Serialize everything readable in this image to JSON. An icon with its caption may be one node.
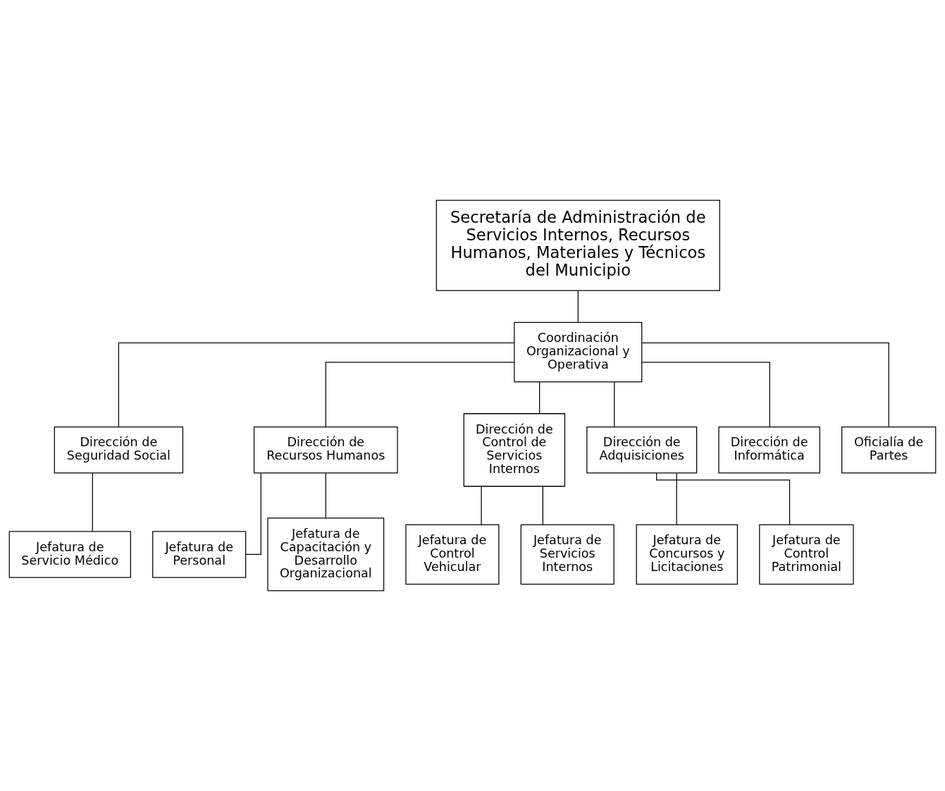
{
  "diagram": {
    "nodes": [
      {
        "text": [
          "Secretaría de Administración de Servicios Internos, Recursos Humanos, Materiales y Técnicos del Municipio"
        ]
      },
      {
        "text": [
          "Coordinación Organizacional y Operativa"
        ]
      },
      {
        "text": [
          "Dirección de Seguridad Social"
        ]
      },
      {
        "text": [
          "Dirección de Recursos Humanos"
        ]
      },
      {
        "text": [
          "Dirección de Control de Servicios Internos"
        ]
      },
      {
        "text": [
          "Dirección de Adquisiciones"
        ]
      },
      {
        "text": [
          "Dirección de Informática"
        ]
      },
      {
        "text": [
          "Jefatura de Servicio Médico"
        ]
      },
      {
        "text": [
          "Jefatura de Personal"
        ]
      },
      {
        "text": [
          "Jefatura de Capacitación y Desarrollo Organizacional"
        ]
      },
      {
        "text": [
          "Jefatura de Control Vehicular"
        ]
      },
      {
        "text": [
          "Jefatura de Servicios Internos"
        ]
      },
      {
        "text": [
          "Jefatura de Concursos y Licitaciones"
        ]
      },
      {
        "text": [
          "Jefatura de Control Patrimonial"
        ]
      },
      {
        "text": [
          "Oficialía de Partes"
        ]
      }
    ],
    "edges": [
      {
        "from": 0,
        "to": 1,
        "arrow": "none"
      },
      {
        "from": 1,
        "to": 2,
        "arrow": "none"
      },
      {
        "from": 1,
        "to": 3,
        "arrow": "none"
      },
      {
        "from": 1,
        "to": 4,
        "arrow": "none"
      },
      {
        "from": 1,
        "to": 5,
        "arrow": "none"
      },
      {
        "from": 1,
        "to": 6,
        "arrow": "none"
      },
      {
        "from": 1,
        "to": 14,
        "arrow": "none"
      },
      {
        "from": 2,
        "to": 7,
        "arrow": "none"
      },
      {
        "from": 3,
        "to": 8,
        "arrow": "none"
      },
      {
        "from": 3,
        "to": 9,
        "arrow": "none"
      },
      {
        "from": 4,
        "to": 10,
        "arrow": "none"
      },
      {
        "from": 4,
        "to": 11,
        "arrow": "none"
      },
      {
        "from": 5,
        "to": 12,
        "arrow": "none"
      },
      {
        "from": 5,
        "to": 13,
        "arrow": "none"
      }
    ]
  }
}
